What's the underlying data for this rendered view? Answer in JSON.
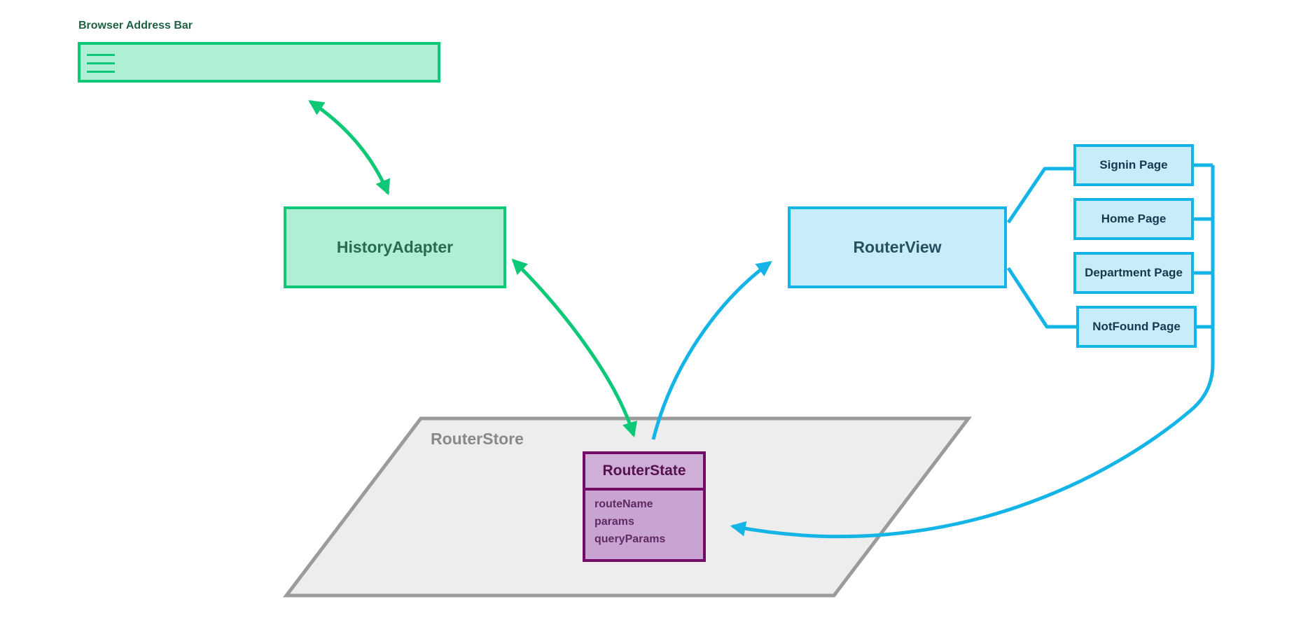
{
  "diagram": {
    "address_bar": {
      "label": "Browser Address Bar"
    },
    "history_adapter": {
      "label": "HistoryAdapter"
    },
    "router_view": {
      "label": "RouterView"
    },
    "router_store": {
      "label": "RouterStore"
    },
    "router_state": {
      "title": "RouterState",
      "fields": [
        "routeName",
        "params",
        "queryParams"
      ]
    },
    "pages": [
      {
        "label": "Signin Page"
      },
      {
        "label": "Home Page"
      },
      {
        "label": "Department Page"
      },
      {
        "label": "NotFound Page"
      }
    ],
    "icons": [
      {
        "name": "menu-icon",
        "meaning": "hamburger menu lines inside browser address bar"
      }
    ],
    "edges": [
      {
        "from": "Browser Address Bar",
        "to": "HistoryAdapter",
        "bidirectional": true,
        "color": "green"
      },
      {
        "from": "HistoryAdapter",
        "to": "RouterState",
        "bidirectional": true,
        "color": "green"
      },
      {
        "from": "RouterState",
        "to": "RouterView",
        "bidirectional": false,
        "color": "cyan"
      },
      {
        "from": "RouterView",
        "to": "Signin Page",
        "bidirectional": false,
        "color": "cyan"
      },
      {
        "from": "RouterView",
        "to": "NotFound Page",
        "bidirectional": false,
        "color": "cyan"
      },
      {
        "from": "Pages",
        "to": "RouterState",
        "bidirectional": false,
        "color": "cyan"
      }
    ],
    "colors": {
      "green": "#0dc876",
      "green_fill": "#b0efd4",
      "green_text": "#276b50",
      "green_label_text": "#1e6044",
      "cyan": "#14b5e6",
      "cyan_fill": "#c7edfa",
      "cyan_text": "#27505f",
      "page_text": "#16394e",
      "gray": "#9b9b9b",
      "gray_fill": "#ededed",
      "gray_text": "#898989",
      "purple": "#740c66",
      "purple_fill": "#c9a4d2",
      "purple_header_fill": "#cfaed8",
      "purple_title_text": "#55104e",
      "purple_field_text": "#5e2a64"
    }
  }
}
